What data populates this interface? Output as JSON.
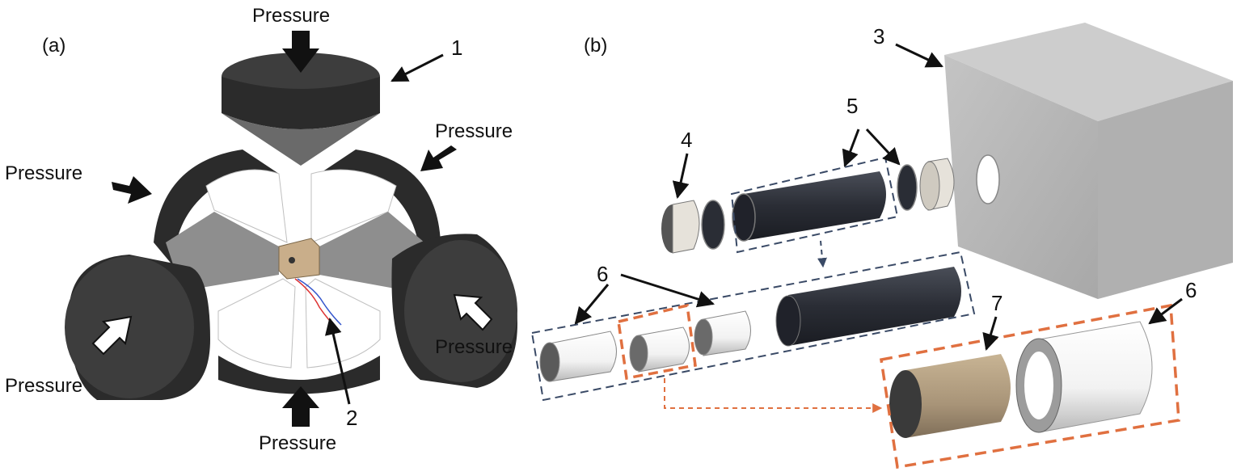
{
  "panels": {
    "a": {
      "label": "(a)"
    },
    "b": {
      "label": "(b)"
    }
  },
  "pressure_labels": {
    "top": "Pressure",
    "upper_left": "Pressure",
    "upper_right": "Pressure",
    "lower_left": "Pressure",
    "lower_right": "Pressure",
    "bottom": "Pressure"
  },
  "callouts": {
    "n1": "1",
    "n2": "2",
    "n3": "3",
    "n4": "4",
    "n5": "5",
    "n6_left": "6",
    "n6_right": "6",
    "n7": "7"
  },
  "colors": {
    "anvil_dark": "#2b2b2b",
    "anvil_face": "#3d3d3d",
    "anvil_wedge": "#8e8e8e",
    "cube_grey": "#b5b5b5",
    "sample_tan": "#c9ae8a",
    "dashed_navy": "#3a4a66",
    "dashed_orange": "#e07040"
  }
}
